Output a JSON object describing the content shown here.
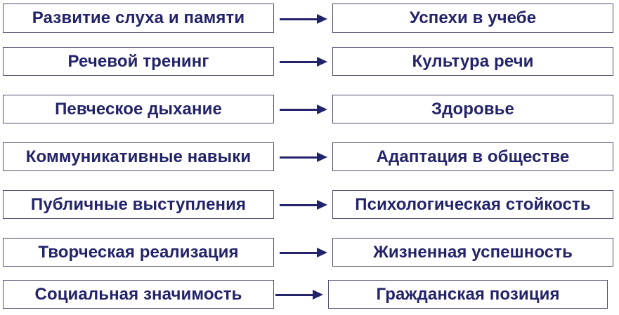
{
  "diagram": {
    "rows": [
      {
        "from": "Развитие слуха и памяти",
        "to": "Успехи в учебе"
      },
      {
        "from": "Речевой тренинг",
        "to": "Культура речи"
      },
      {
        "from": "Певческое дыхание",
        "to": "Здоровье"
      },
      {
        "from": "Коммуникативные навыки",
        "to": "Адаптация в обществе"
      },
      {
        "from": "Публичные выступления",
        "to": "Психологическая стойкость"
      },
      {
        "from": "Творческая реализация",
        "to": "Жизненная успешность"
      },
      {
        "from": "Социальная значимость",
        "to": "Гражданская позиция"
      }
    ]
  },
  "colors": {
    "text": "#23236b",
    "border": "#4f4f70",
    "arrow": "#23236b",
    "background": "#ffffff"
  },
  "icons": {
    "connector": "right-arrow-icon"
  }
}
